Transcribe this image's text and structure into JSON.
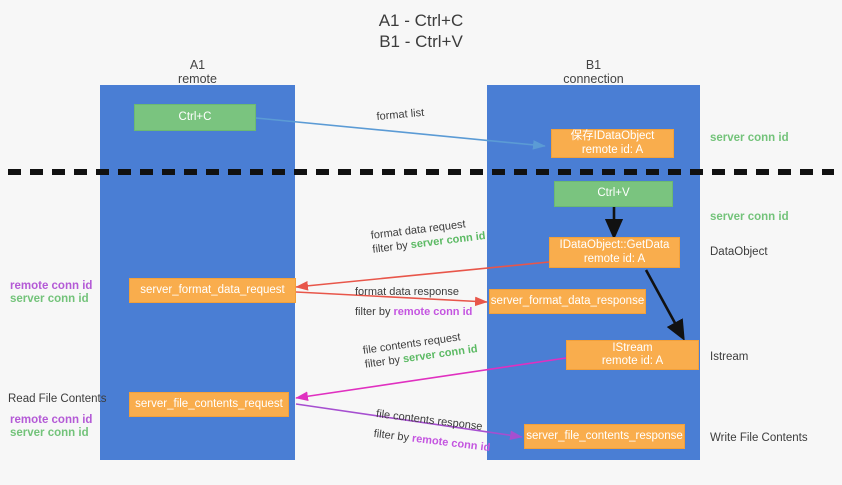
{
  "title": {
    "line1": "A1 - Ctrl+C",
    "line2": "B1 - Ctrl+V"
  },
  "lanes": [
    {
      "id": "a1",
      "name": "A1",
      "role": "remote"
    },
    {
      "id": "b1",
      "name": "B1",
      "role": "connection"
    }
  ],
  "nodes": {
    "ctrl_c": {
      "line1": "Ctrl+C",
      "line2": ""
    },
    "ctrl_v": {
      "line1": "Ctrl+V",
      "line2": ""
    },
    "idataobject": {
      "line1": "保存IDataObject",
      "line2": "remote id: A"
    },
    "getdata": {
      "line1": "IDataObject::GetData",
      "line2": "remote id: A"
    },
    "istream": {
      "line1": "IStream",
      "line2": "remote id: A"
    },
    "fmt_req": {
      "line1": "server_format_data_request",
      "line2": ""
    },
    "fmt_resp": {
      "line1": "server_format_data_response",
      "line2": ""
    },
    "file_req": {
      "line1": "server_file_contents_request",
      "line2": ""
    },
    "file_resp": {
      "line1": "server_file_contents_response",
      "line2": ""
    }
  },
  "edge_labels": {
    "format_list": {
      "text": "format list"
    },
    "fmt_data_req": {
      "text": "format data request",
      "filter_prefix": "filter by ",
      "filter_value": "server conn id"
    },
    "fmt_data_resp": {
      "text": "format data response",
      "filter_prefix": "filter by ",
      "filter_value": "remote conn id"
    },
    "file_contents_req": {
      "text": "file contents request",
      "filter_prefix": "filter by ",
      "filter_value": "server conn id"
    },
    "file_contents_resp": {
      "text": "file contents response",
      "filter_prefix": "filter by ",
      "filter_value": "remote conn id"
    }
  },
  "right_annotations": [
    {
      "id": "server-conn-id-top",
      "text": "server conn id",
      "style": "green"
    },
    {
      "id": "server-conn-id-second",
      "text": "server conn id",
      "style": "green"
    },
    {
      "id": "dataobject",
      "text": "DataObject",
      "style": "dark"
    },
    {
      "id": "istream",
      "text": "Istream",
      "style": "dark"
    },
    {
      "id": "write-file-contents",
      "text": "Write File Contents",
      "style": "dark"
    }
  ],
  "left_annotations": [
    {
      "id": "remote-conn-id-mid",
      "text": "remote conn id",
      "style": "purple"
    },
    {
      "id": "server-conn-id-mid",
      "text": "server conn id",
      "style": "green"
    },
    {
      "id": "read-file-contents",
      "text": "Read File Contents",
      "style": "dark"
    },
    {
      "id": "remote-conn-id-low",
      "text": "remote conn id",
      "style": "purple"
    },
    {
      "id": "server-conn-id-low",
      "text": "server conn id",
      "style": "green"
    }
  ],
  "colors": {
    "lane": "#4a7ed4",
    "orange": "#f9ad4d",
    "green": "#7ac47f",
    "green_text": "#73c37a",
    "purple_text": "#b45ad6",
    "arrow_blue": "#5b9bd5",
    "arrow_red": "#e8564a",
    "arrow_magenta": "#e030c0",
    "arrow_purple": "#a64fd0",
    "arrow_dark": "#111111",
    "divider": "#111111",
    "background": "#f7f7f7"
  }
}
